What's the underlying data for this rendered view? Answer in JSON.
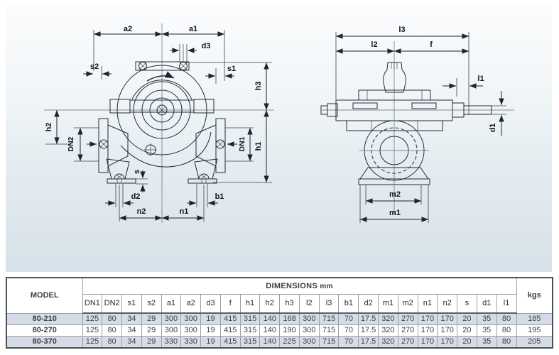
{
  "colors": {
    "panel_top": "#fbfcfd",
    "panel_bottom": "#d7e1e9",
    "pump_fill": "#cfdcec",
    "pump_line": "#232b38",
    "row_stripe": "#d6dbe8",
    "table_border": "#4a4e55"
  },
  "diagram": {
    "front_view": {
      "labels": {
        "a2": "a2",
        "a1": "a1",
        "d3": "d3",
        "s2": "s2",
        "s1": "s1",
        "h3": "h3",
        "h2": "h2",
        "dn2": "DN2",
        "dn1": "DN1",
        "h1": "h1",
        "s": "s",
        "d2": "d2",
        "b1": "b1",
        "n2": "n2",
        "n1": "n1"
      }
    },
    "side_view": {
      "labels": {
        "l3": "l3",
        "l2": "l2",
        "f": "f",
        "l1": "l1",
        "d1": "d1",
        "m2": "m2",
        "m1": "m1"
      }
    }
  },
  "table": {
    "model_header": "MODEL",
    "group_header": "DIMENSIONS",
    "group_header_unit": "mm",
    "kgs_header": "kgs",
    "columns": [
      "DN1",
      "DN2",
      "s1",
      "s2",
      "a1",
      "a2",
      "d3",
      "f",
      "h1",
      "h2",
      "h3",
      "l2",
      "l3",
      "b1",
      "d2",
      "m1",
      "m2",
      "n1",
      "n2",
      "s",
      "d1",
      "l1"
    ],
    "rows": [
      {
        "model": "80-210",
        "values": [
          125,
          80,
          34,
          29,
          300,
          300,
          19,
          415,
          315,
          140,
          168,
          300,
          715,
          70,
          17.5,
          320,
          270,
          170,
          170,
          20,
          35,
          80
        ],
        "kgs": 185
      },
      {
        "model": "80-270",
        "values": [
          125,
          80,
          34,
          29,
          300,
          300,
          19,
          415,
          315,
          140,
          190,
          300,
          715,
          70,
          17.5,
          320,
          270,
          170,
          170,
          20,
          35,
          80
        ],
        "kgs": 195
      },
      {
        "model": "80-370",
        "values": [
          125,
          80,
          34,
          29,
          330,
          330,
          19,
          415,
          315,
          140,
          225,
          300,
          715,
          70,
          17.5,
          320,
          270,
          170,
          170,
          20,
          35,
          80
        ],
        "kgs": 205
      }
    ]
  }
}
